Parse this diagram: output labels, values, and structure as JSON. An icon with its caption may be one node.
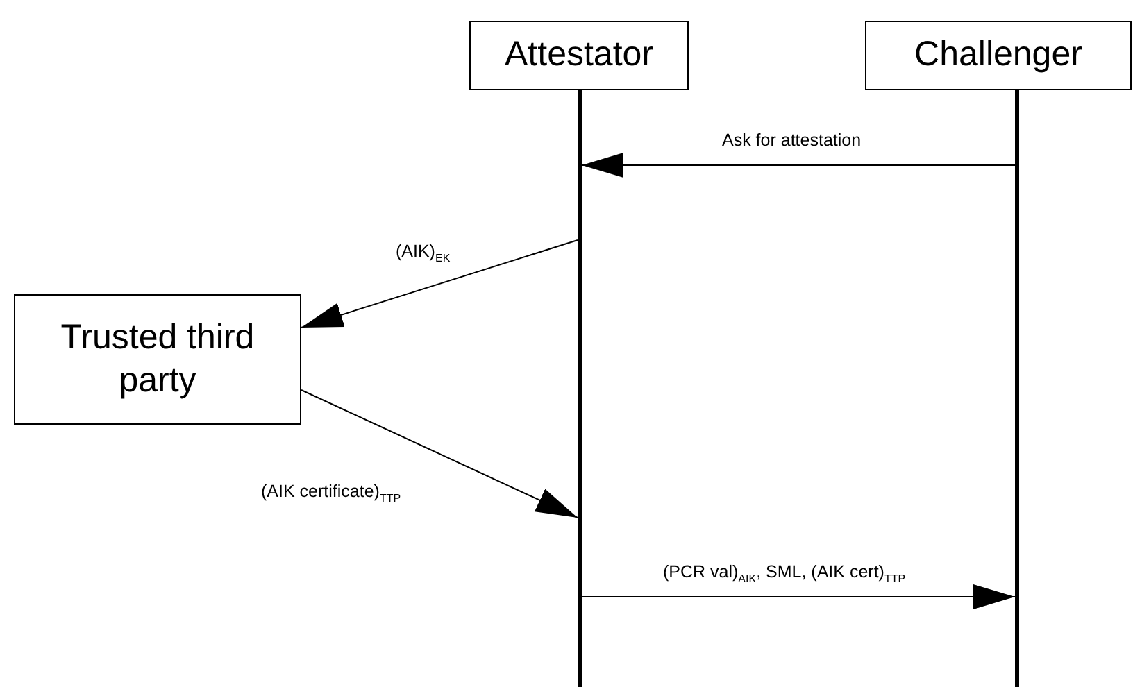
{
  "diagram": {
    "nodes": [
      {
        "text": [
          "Attestator"
        ]
      },
      {
        "text": [
          "Challenger"
        ]
      },
      {
        "text": [
          "Trusted third party"
        ]
      },
      {
        "text": [],
        "shape": "bar"
      },
      {
        "text": [],
        "shape": "bar"
      }
    ],
    "edges": [
      {
        "from": 4,
        "to": 3,
        "arrow": "to",
        "label": "Ask for attestation"
      },
      {
        "from": 3,
        "to": 2,
        "arrow": "to",
        "label": "(AIK)$_{EK}$"
      },
      {
        "from": 2,
        "to": 3,
        "arrow": "to",
        "label": "(AIK certificate)$_{TTP}$"
      },
      {
        "from": 3,
        "to": 4,
        "arrow": "to",
        "label": "(PCR val)$_{AIK}$, SML, (AIK cert)$_{TTP}$"
      }
    ]
  }
}
